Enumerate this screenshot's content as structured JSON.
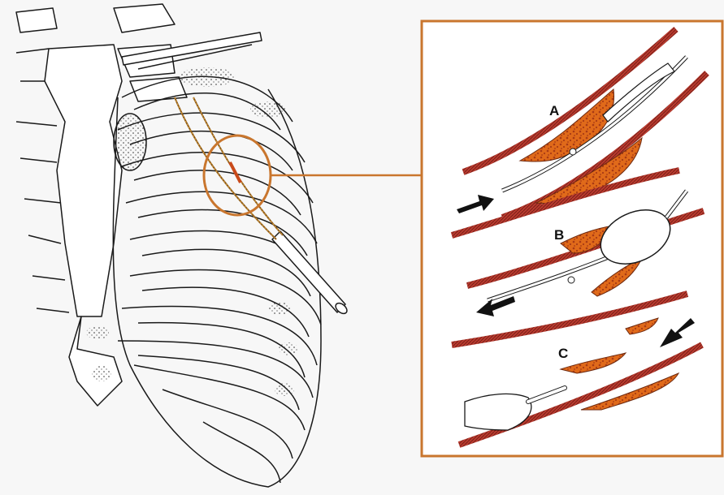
{
  "panel_labels": {
    "a": "A",
    "b": "B",
    "c": "C"
  },
  "colors": {
    "background": "#f7f7f7",
    "line": "#1a1a1a",
    "highlight": "#c9762e",
    "vessel_wall": "#a8322a",
    "plaque": "#e06a1a",
    "plaque_dots": "#a83a14",
    "catheter": "#ffffff",
    "arrow": "#111111"
  },
  "icons": {
    "arrow_a": "arrow-right-icon",
    "arrow_b": "arrow-left-icon",
    "arrow_c": "arrow-down-left-icon"
  }
}
